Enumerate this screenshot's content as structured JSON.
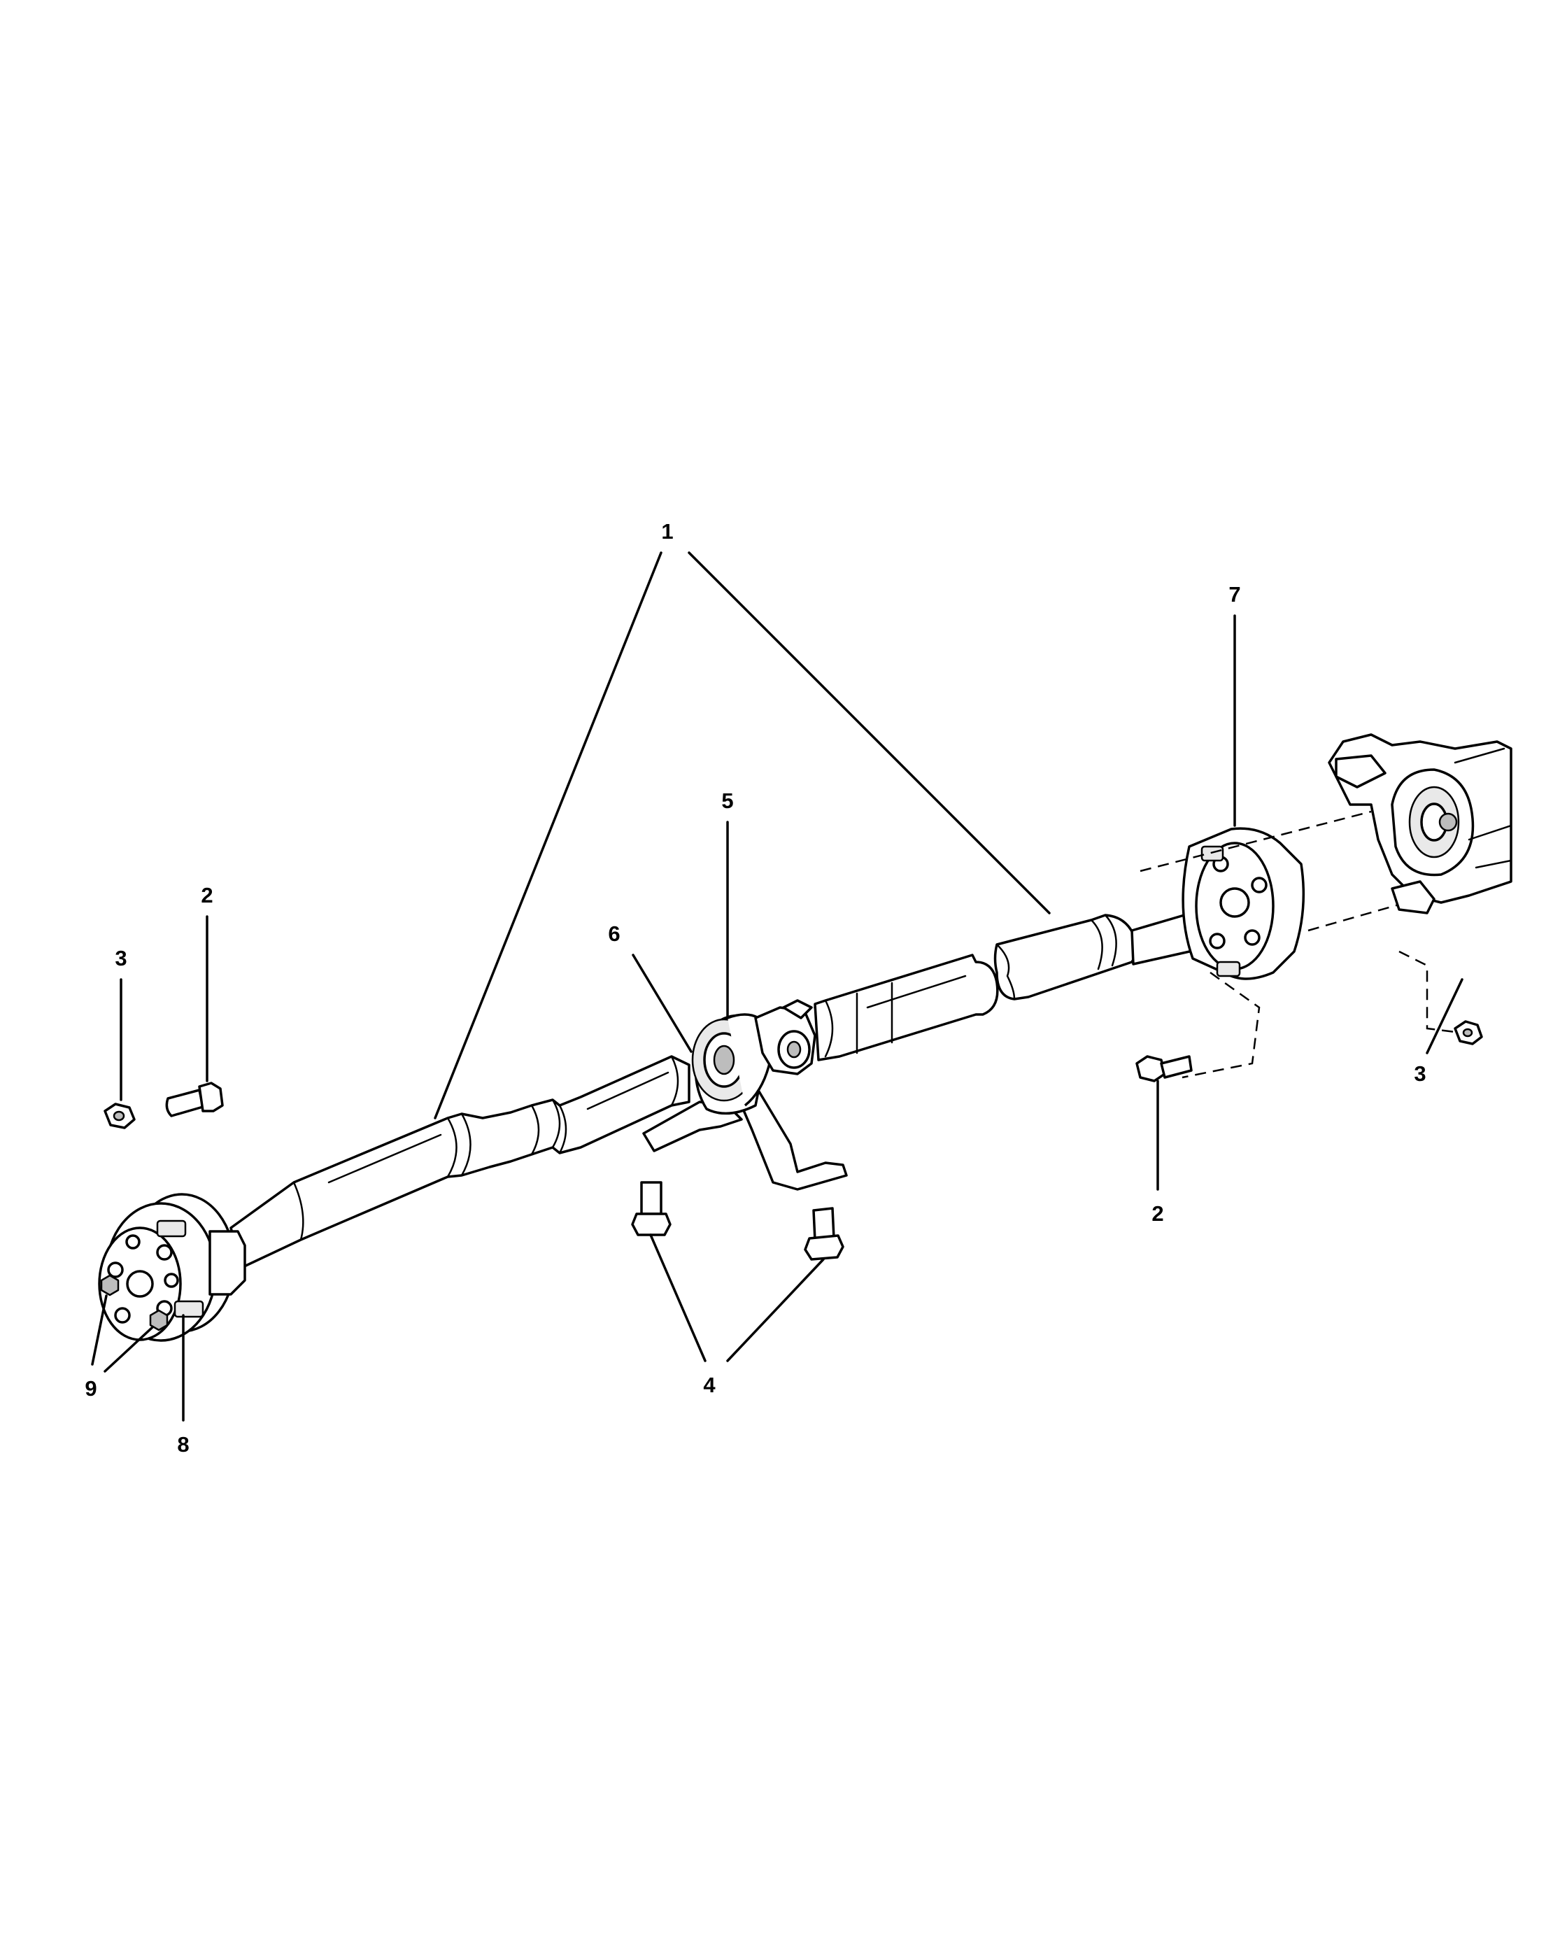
{
  "callouts": [
    {
      "label": "1"
    },
    {
      "label": "2"
    },
    {
      "label": "2"
    },
    {
      "label": "3"
    },
    {
      "label": "3"
    },
    {
      "label": "4"
    },
    {
      "label": "5"
    },
    {
      "label": "6"
    },
    {
      "label": "7"
    },
    {
      "label": "8"
    },
    {
      "label": "9"
    }
  ]
}
